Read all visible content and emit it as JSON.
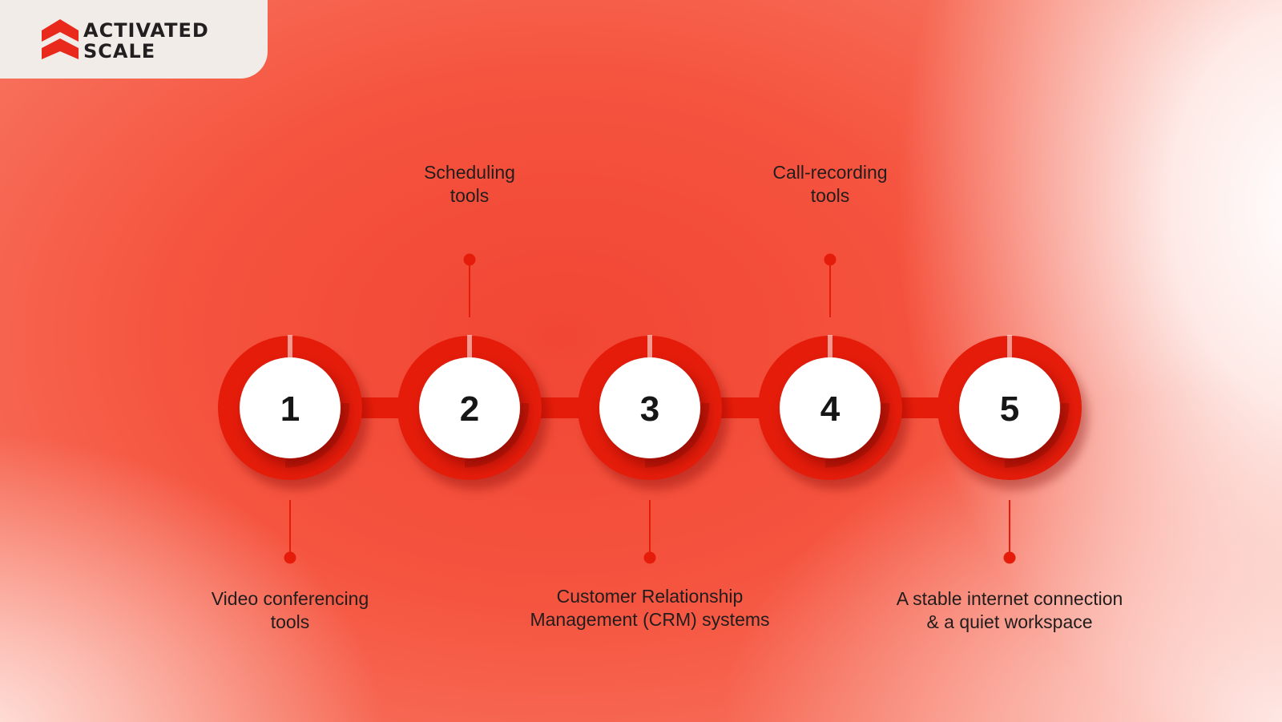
{
  "brand": {
    "name_line1": "ACTIVATED",
    "name_line2": "SCALE",
    "logo_icon": "stacked-chevron-icon",
    "color": "#e8291c"
  },
  "colors": {
    "ring": "#e61c0a",
    "ring_shadow": "#b01406",
    "circle_fill": "#ffffff",
    "text": "#221d1d"
  },
  "steps": [
    {
      "number": "1",
      "label_line1": "Video conferencing",
      "label_line2": "tools"
    },
    {
      "number": "2",
      "label_line1": "Scheduling",
      "label_line2": "tools"
    },
    {
      "number": "3",
      "label_line1": "Customer Relationship",
      "label_line2": "Management (CRM) systems"
    },
    {
      "number": "4",
      "label_line1": "Call-recording",
      "label_line2": "tools"
    },
    {
      "number": "5",
      "label_line1": "A stable internet connection",
      "label_line2": "& a quiet workspace"
    }
  ]
}
